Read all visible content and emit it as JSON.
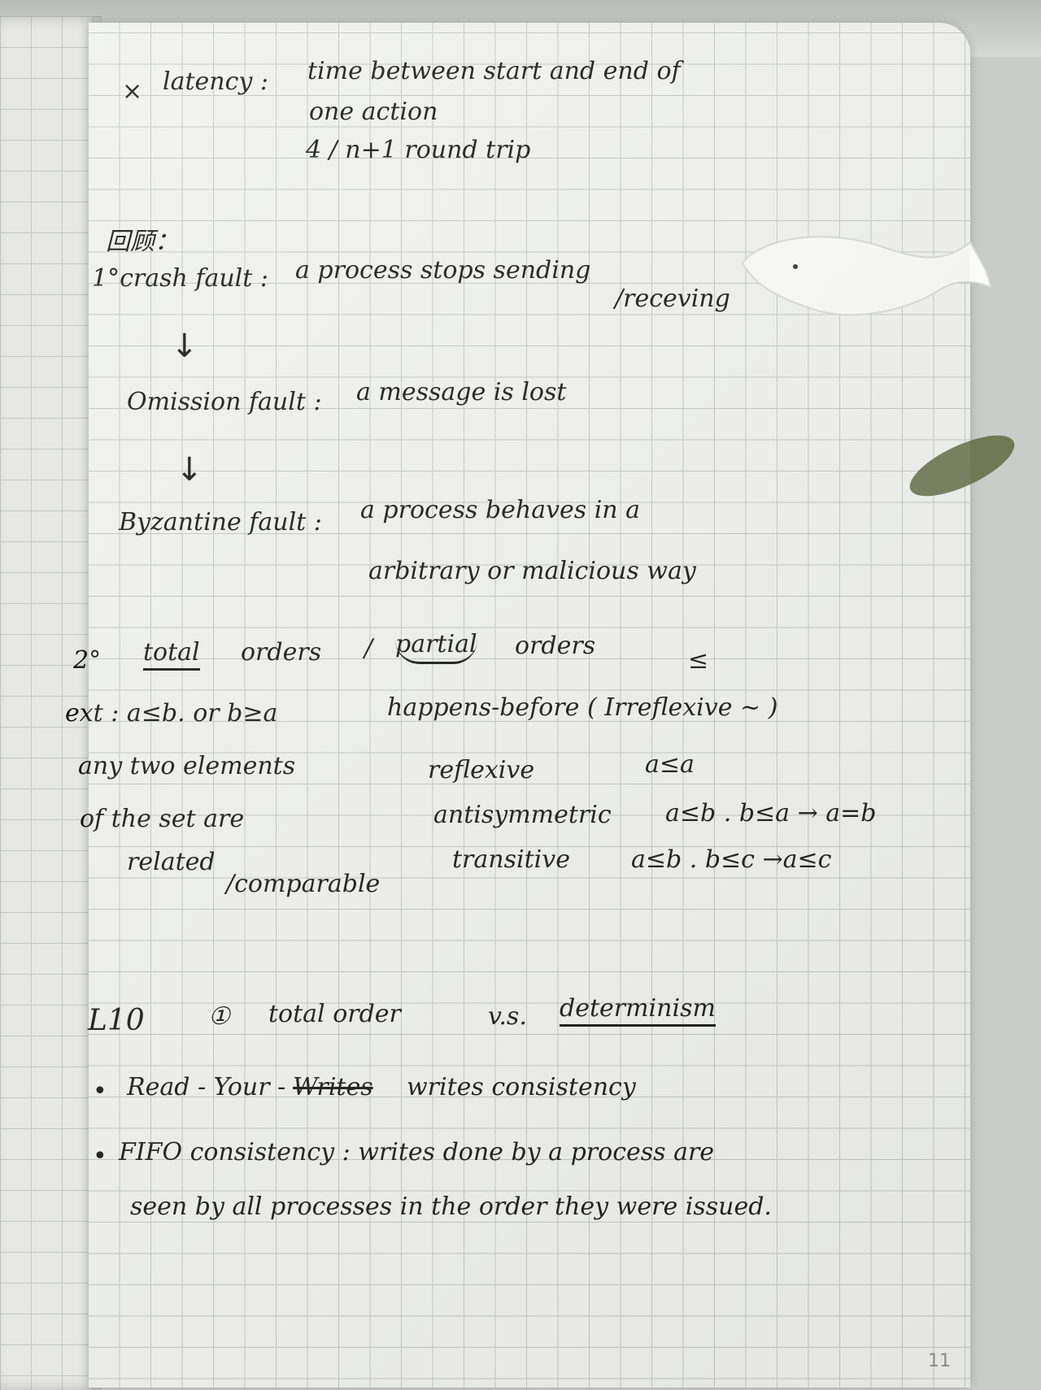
{
  "notes": {
    "latency_marker": "×",
    "latency_term": "latency :",
    "latency_def_1": "time between start and end of",
    "latency_def_2": "one action",
    "latency_def_3": "4 / n+1 round trip",
    "faults_heading": "回顾：",
    "crash_term": "1°crash fault :",
    "crash_def": "a process stops sending",
    "crash_def_tail": "/receving",
    "omission_term": "Omission fault :",
    "omission_def": "a message is lost",
    "byzantine_term": "Byzantine fault :",
    "byzantine_def_1": "a process behaves in a",
    "byzantine_def_2": "arbitrary or malicious way",
    "orders_num": "2°",
    "total_orders": "total",
    "orders_word": "orders",
    "slash": "/",
    "partial_orders": "partial",
    "orders_word_2": "orders",
    "leq_symbol": "≤",
    "ext_line": "ext : a≤b. or b≥a",
    "happens_before": "happens-before ( Irreflexive ~ )",
    "any_two": "any two elements",
    "reflexive": "reflexive",
    "reflexive_expr": "a≤a",
    "of_set": "of the set are",
    "antisymmetric": "antisymmetric",
    "antisymmetric_expr": "a≤b . b≤a → a=b",
    "related": "related",
    "comparable": "/comparable",
    "transitive": "transitive",
    "transitive_expr": "a≤b . b≤c →a≤c",
    "lecture": "L10",
    "point_one": "①",
    "total_order": "total order",
    "vs": "v.s.",
    "determinism": "determinism",
    "bullet": "•",
    "ryw_prefix": "Read - Your -",
    "ryw_struck": "Writes",
    "ryw_suffix": "writes consistency",
    "fifo_line_1": "FIFO consistency : writes done by a process are",
    "fifo_line_2": "seen by all processes in the order they were issued.",
    "page_number": "11"
  }
}
